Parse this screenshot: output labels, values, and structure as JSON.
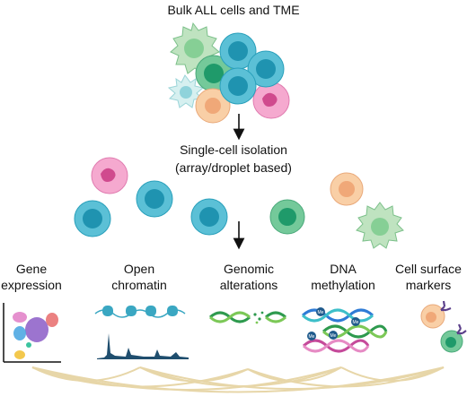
{
  "title": "Bulk ALL cells and TME",
  "step": {
    "line1": "Single-cell isolation",
    "line2": "(array/droplet based)"
  },
  "assays": [
    {
      "l1": "Gene",
      "l2": "expression"
    },
    {
      "l1": "Open",
      "l2": "chromatin"
    },
    {
      "l1": "Genomic",
      "l2": "alterations"
    },
    {
      "l1": "DNA",
      "l2": "methylation"
    },
    {
      "l1": "Cell surface",
      "l2": "markers"
    }
  ],
  "methyl_tag": "Me",
  "colors": {
    "blue_cell": "#5bc0d6",
    "blue_nucleus": "#1f93b0",
    "green_cell": "#74c99a",
    "green_nucleus": "#1f9a6a",
    "pink_cell": "#f5a9cf",
    "pink_nucleus": "#d04a8e",
    "orange_cell": "#f9cfa6",
    "orange_nucleus": "#f0a878",
    "arc": "#e7d6a8"
  }
}
